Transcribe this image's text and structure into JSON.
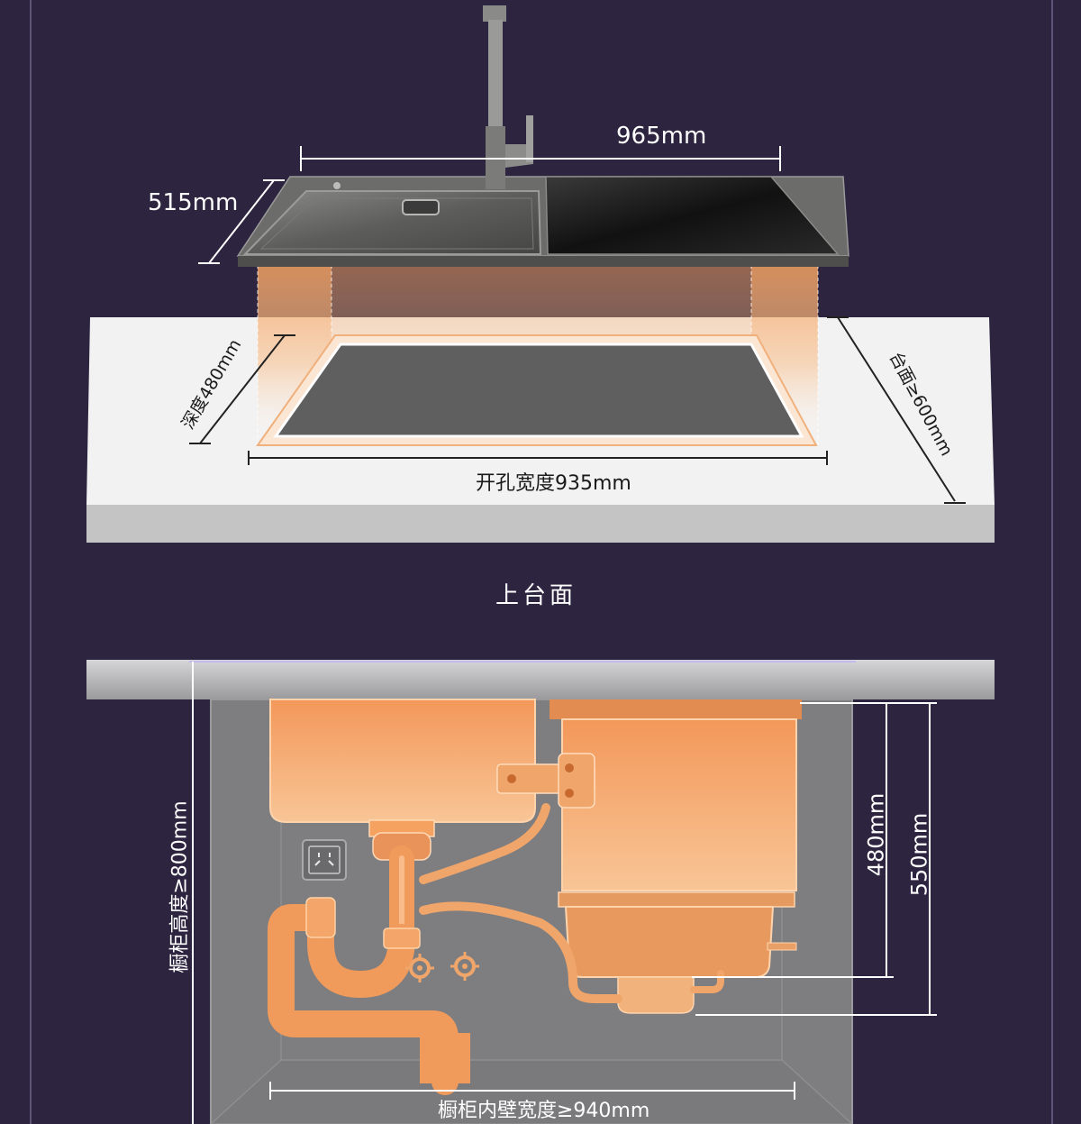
{
  "colors": {
    "background": "#2d2540",
    "frame_line": "#5f5478",
    "counter_top": "#f2f2f2",
    "counter_edge": "#c4c4c4",
    "cabinet": "#7e7e80",
    "glow_orange": "#f5a261",
    "dimension_line_light": "#ffffff",
    "dimension_line_dark": "#222222"
  },
  "top_view": {
    "width_label": "965mm",
    "depth_label": "515mm",
    "cutout_depth_label": "深度480mm",
    "counter_depth_label": "台面≥600mm",
    "cutout_width_label": "开孔宽度935mm"
  },
  "section_title": "上台面",
  "bottom_view": {
    "cabinet_height_label": "橱柜高度≥800mm",
    "dishwasher_height_label": "480mm",
    "total_height_label": "550mm",
    "inner_width_label": "橱柜内壁宽度≥940mm"
  },
  "icons": [
    "faucet-icon",
    "power-outlet-icon",
    "water-valve-icon",
    "drain-pipe-icon"
  ]
}
